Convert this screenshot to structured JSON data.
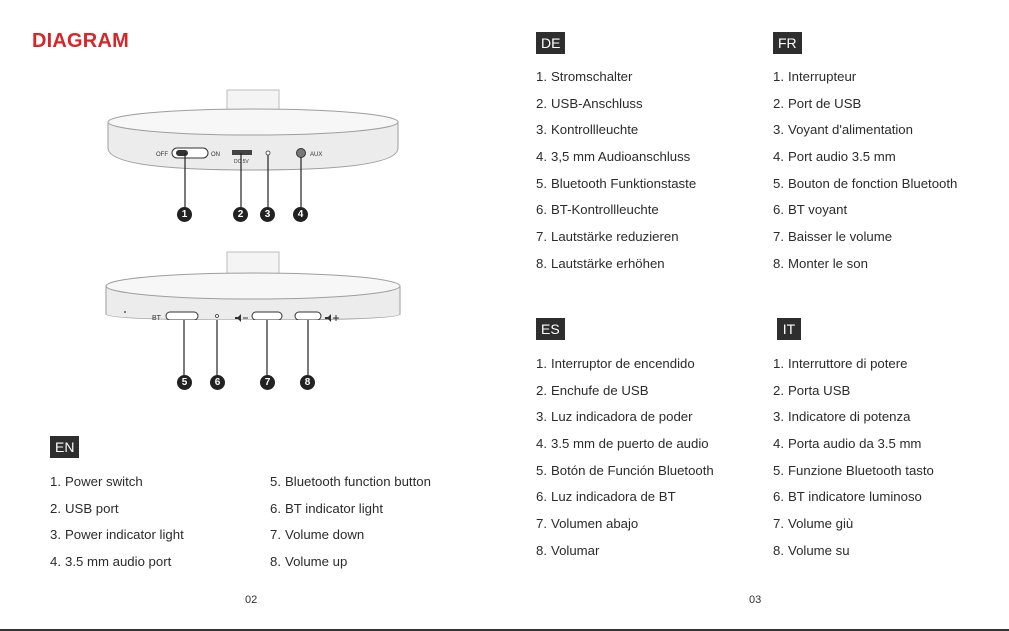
{
  "title": "DIAGRAM",
  "diagram": {
    "top_labels": {
      "off": "OFF",
      "on": "ON",
      "dc": "DC 5V",
      "aux": "AUX"
    },
    "bottom_labels": {
      "bt": "BT"
    },
    "callouts_top": [
      "1",
      "2",
      "3",
      "4"
    ],
    "callouts_bottom": [
      "5",
      "6",
      "7",
      "8"
    ]
  },
  "sections": {
    "en": {
      "code": "EN",
      "items": [
        {
          "n": "1.",
          "t": "Power switch"
        },
        {
          "n": "2.",
          "t": "USB port"
        },
        {
          "n": "3.",
          "t": "Power indicator light"
        },
        {
          "n": "4.",
          "t": "3.5 mm audio port"
        },
        {
          "n": "5.",
          "t": "Bluetooth function button"
        },
        {
          "n": "6.",
          "t": "BT indicator light"
        },
        {
          "n": "7.",
          "t": "Volume down"
        },
        {
          "n": "8.",
          "t": "Volume up"
        }
      ]
    },
    "de": {
      "code": "DE",
      "items": [
        {
          "n": "1.",
          "t": "Stromschalter"
        },
        {
          "n": "2.",
          "t": "USB-Anschluss"
        },
        {
          "n": "3.",
          "t": "Kontrollleuchte"
        },
        {
          "n": "4.",
          "t": "3,5 mm Audioanschluss"
        },
        {
          "n": "5.",
          "t": "Bluetooth Funktionstaste"
        },
        {
          "n": "6.",
          "t": "BT-Kontrollleuchte"
        },
        {
          "n": "7.",
          "t": "Lautstärke reduzieren"
        },
        {
          "n": "8.",
          "t": "Lautstärke erhöhen"
        }
      ]
    },
    "fr": {
      "code": "FR",
      "items": [
        {
          "n": "1.",
          "t": "Interrupteur"
        },
        {
          "n": "2.",
          "t": "Port de USB"
        },
        {
          "n": "3.",
          "t": "Voyant d'alimentation"
        },
        {
          "n": "4.",
          "t": "Port audio 3.5 mm"
        },
        {
          "n": "5.",
          "t": "Bouton de fonction Bluetooth"
        },
        {
          "n": "6.",
          "t": "BT voyant"
        },
        {
          "n": "7.",
          "t": "Baisser le volume"
        },
        {
          "n": "8.",
          "t": "Monter le son"
        }
      ]
    },
    "es": {
      "code": "ES",
      "items": [
        {
          "n": "1.",
          "t": "Interruptor de encendido"
        },
        {
          "n": "2.",
          "t": "Enchufe de USB"
        },
        {
          "n": "3.",
          "t": "Luz indicadora de poder"
        },
        {
          "n": "4.",
          "t": "3.5 mm de puerto de audio"
        },
        {
          "n": "5.",
          "t": "Botón de Función Bluetooth"
        },
        {
          "n": "6.",
          "t": "Luz indicadora de BT"
        },
        {
          "n": "7.",
          "t": "Volumen abajo"
        },
        {
          "n": "8.",
          "t": "Volumar"
        }
      ]
    },
    "it": {
      "code": "IT",
      "items": [
        {
          "n": "1.",
          "t": "Interruttore di potere"
        },
        {
          "n": "2.",
          "t": "Porta USB"
        },
        {
          "n": "3.",
          "t": "Indicatore di potenza"
        },
        {
          "n": "4.",
          "t": "Porta audio da 3.5 mm"
        },
        {
          "n": "5.",
          "t": "Funzione Bluetooth tasto"
        },
        {
          "n": "6.",
          "t": "BT indicatore luminoso"
        },
        {
          "n": "7.",
          "t": "Volume giù"
        },
        {
          "n": "8.",
          "t": "Volume su"
        }
      ]
    }
  },
  "page_numbers": {
    "left": "02",
    "right": "03"
  }
}
